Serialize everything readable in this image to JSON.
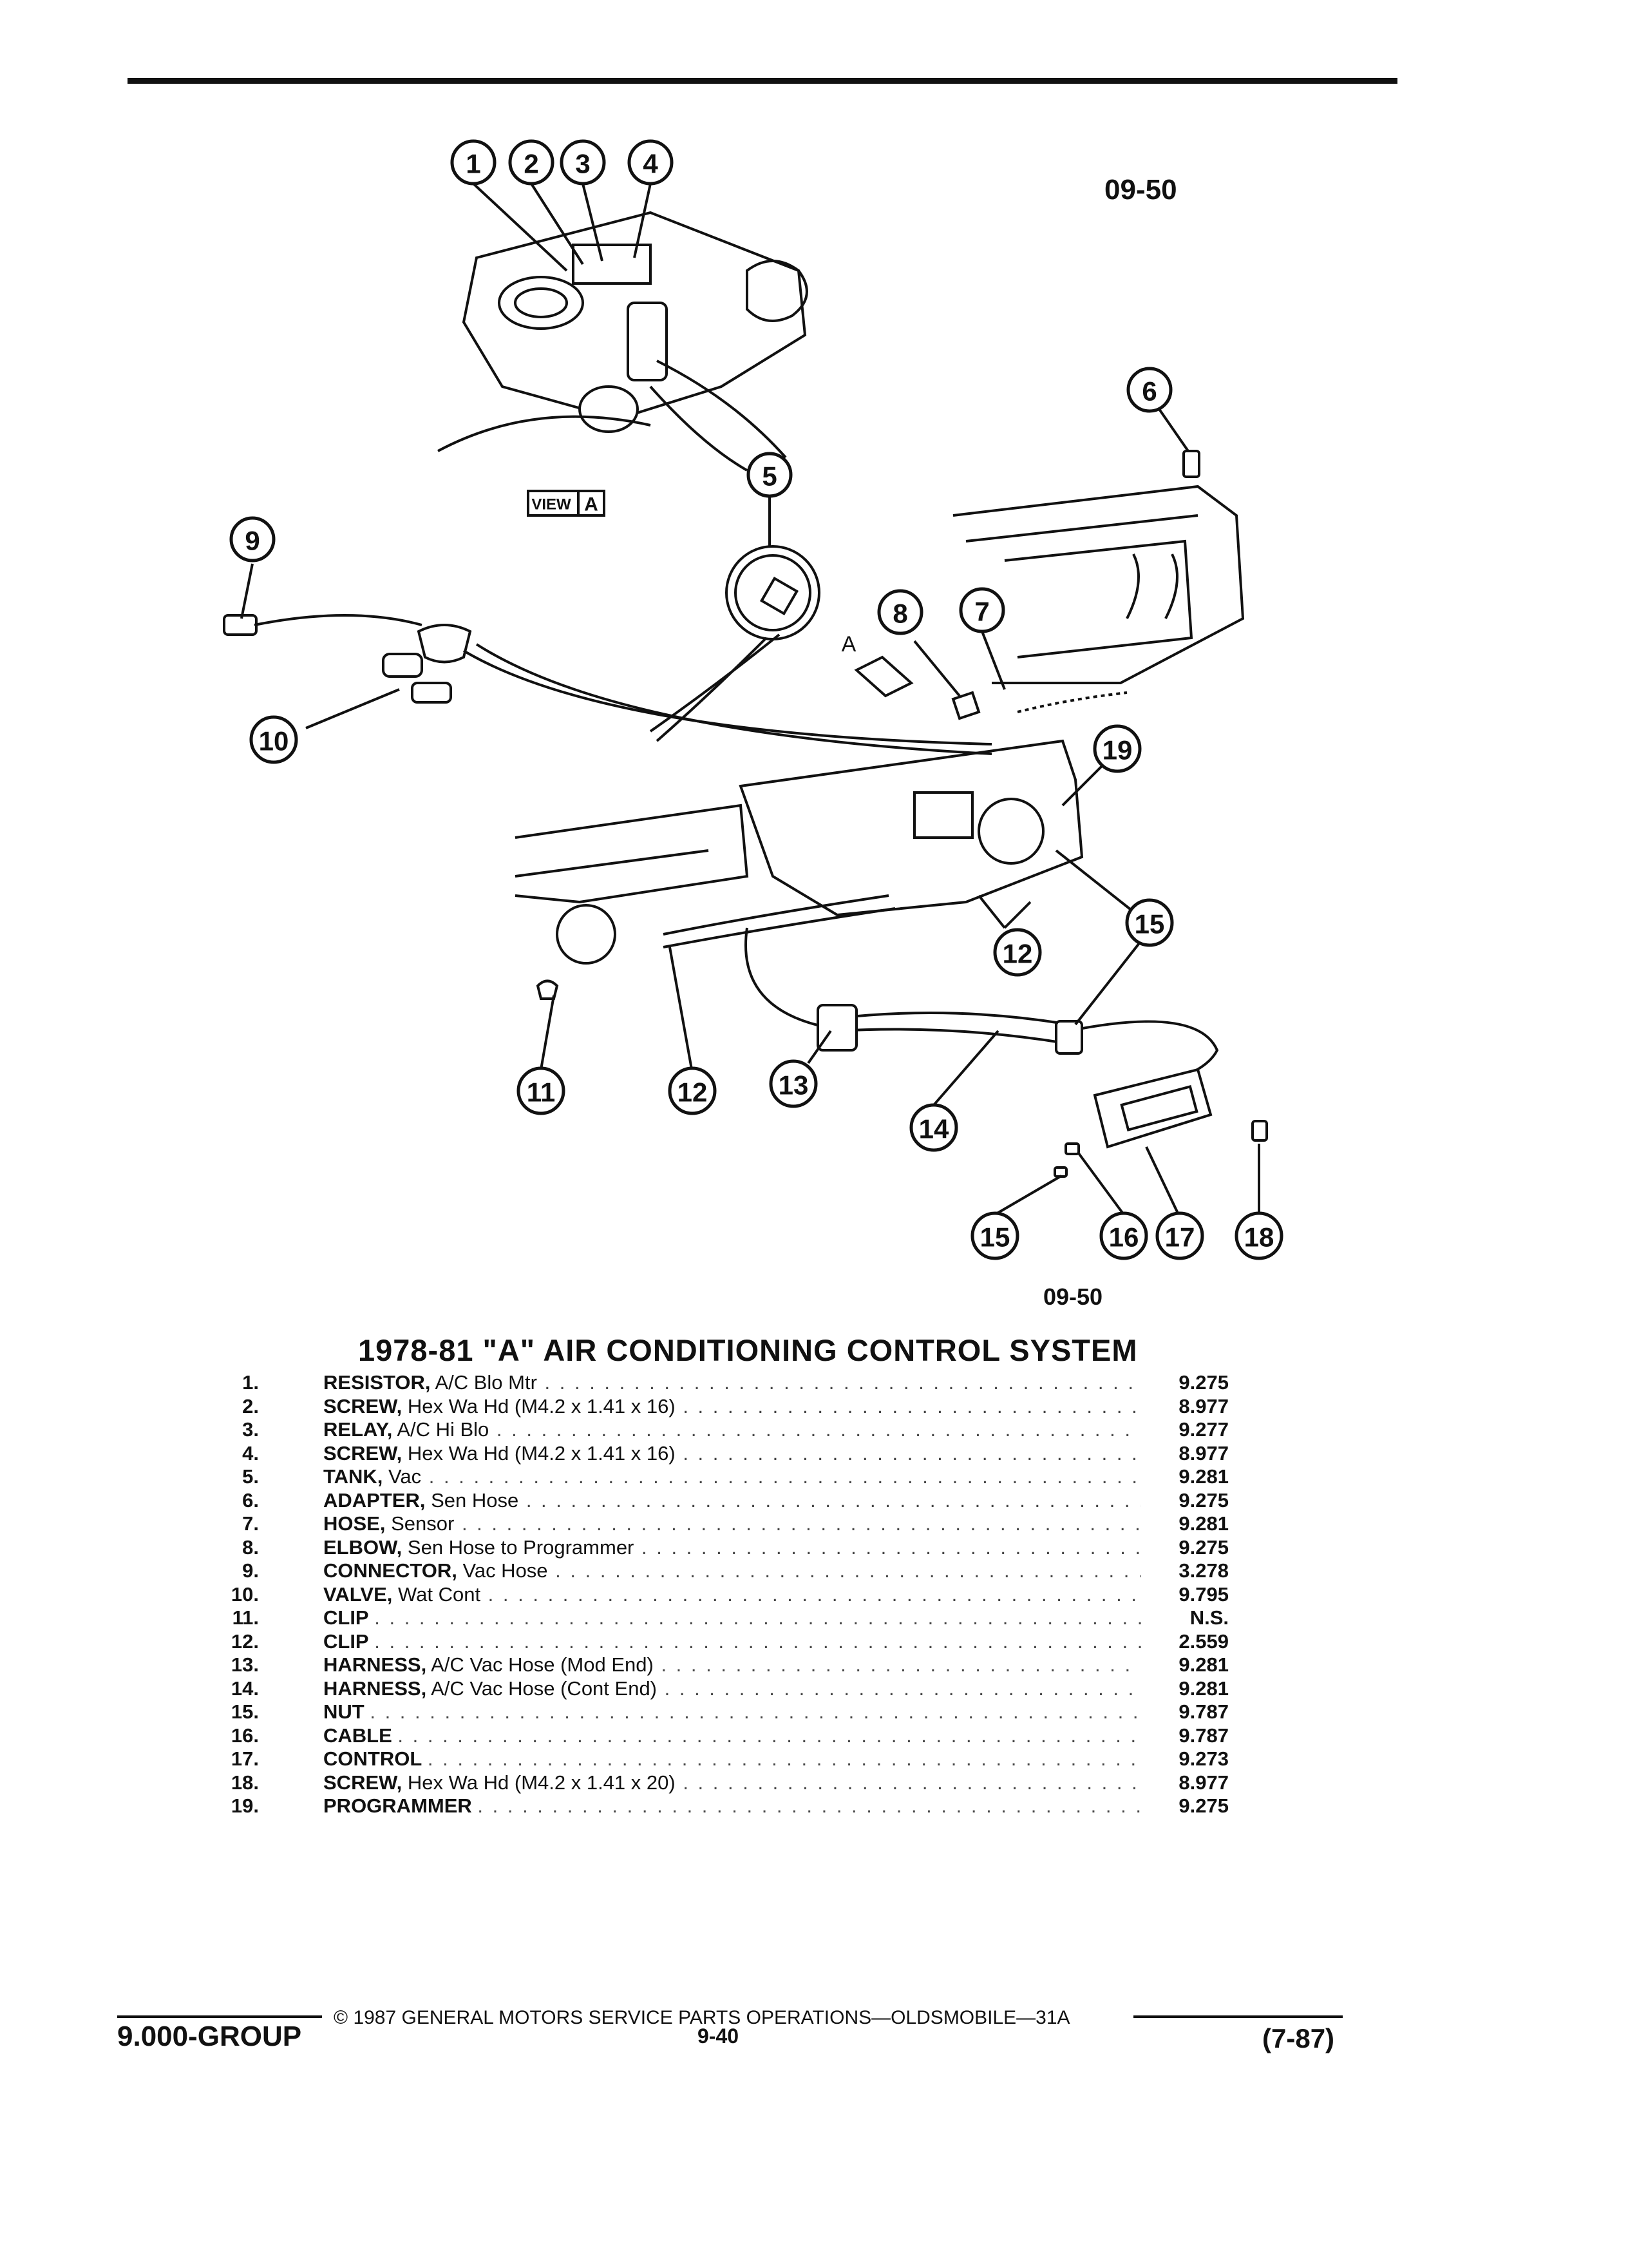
{
  "header": {
    "page_code": "09-50"
  },
  "diagram": {
    "view_label": "VIEW",
    "view_letter": "A",
    "arrow_letter": "A",
    "figure_code": "09-50",
    "callouts": [
      "1",
      "2",
      "3",
      "4",
      "5",
      "6",
      "7",
      "8",
      "9",
      "10",
      "11",
      "12",
      "12",
      "13",
      "14",
      "15",
      "15",
      "16",
      "17",
      "18",
      "19"
    ]
  },
  "title": "1978-81 \"A\" AIR CONDITIONING CONTROL SYSTEM",
  "parts": [
    {
      "num": "1.",
      "name": "RESISTOR,",
      "desc": "A/C Blo Mtr",
      "page": "9.275"
    },
    {
      "num": "2.",
      "name": "SCREW,",
      "desc": "Hex Wa Hd (M4.2 x 1.41 x 16)",
      "page": "8.977"
    },
    {
      "num": "3.",
      "name": "RELAY,",
      "desc": "A/C Hi Blo",
      "page": "9.277"
    },
    {
      "num": "4.",
      "name": "SCREW,",
      "desc": "Hex Wa Hd (M4.2 x 1.41 x 16)",
      "page": "8.977"
    },
    {
      "num": "5.",
      "name": "TANK,",
      "desc": "Vac",
      "page": "9.281"
    },
    {
      "num": "6.",
      "name": "ADAPTER,",
      "desc": "Sen Hose",
      "page": "9.275"
    },
    {
      "num": "7.",
      "name": "HOSE,",
      "desc": "Sensor",
      "page": "9.281"
    },
    {
      "num": "8.",
      "name": "ELBOW,",
      "desc": "Sen Hose to Programmer",
      "page": "9.275"
    },
    {
      "num": "9.",
      "name": "CONNECTOR,",
      "desc": "Vac Hose",
      "page": "3.278"
    },
    {
      "num": "10.",
      "name": "VALVE,",
      "desc": "Wat Cont",
      "page": "9.795"
    },
    {
      "num": "11.",
      "name": "CLIP",
      "desc": "",
      "page": "N.S."
    },
    {
      "num": "12.",
      "name": "CLIP",
      "desc": "",
      "page": "2.559"
    },
    {
      "num": "13.",
      "name": "HARNESS,",
      "desc": "A/C Vac Hose (Mod End)",
      "page": "9.281"
    },
    {
      "num": "14.",
      "name": "HARNESS,",
      "desc": "A/C Vac Hose (Cont End)",
      "page": "9.281"
    },
    {
      "num": "15.",
      "name": "NUT",
      "desc": "",
      "page": "9.787"
    },
    {
      "num": "16.",
      "name": "CABLE",
      "desc": "",
      "page": "9.787"
    },
    {
      "num": "17.",
      "name": "CONTROL",
      "desc": "",
      "page": "9.273"
    },
    {
      "num": "18.",
      "name": "SCREW,",
      "desc": "Hex Wa Hd (M4.2 x 1.41 x 20)",
      "page": "8.977"
    },
    {
      "num": "19.",
      "name": "PROGRAMMER",
      "desc": "",
      "page": "9.275"
    }
  ],
  "footer": {
    "copyright": "© 1987 GENERAL MOTORS SERVICE PARTS OPERATIONS—OLDSMOBILE—31A",
    "group": "9.000-GROUP",
    "page_number": "9-40",
    "revision": "(7-87)"
  }
}
